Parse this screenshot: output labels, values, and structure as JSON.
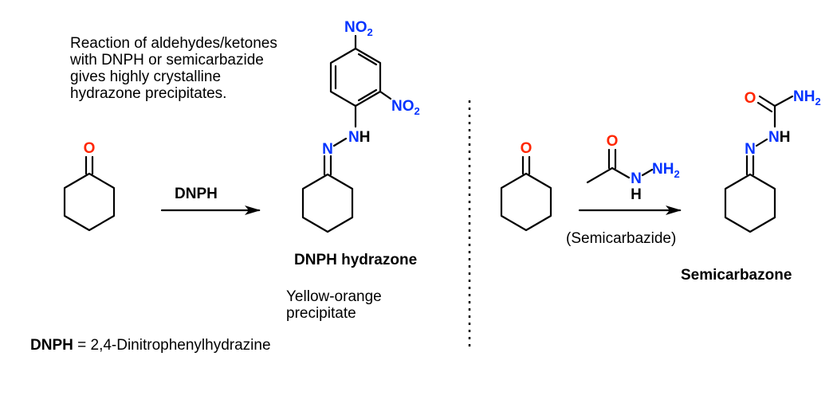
{
  "intro_lines": [
    "Reaction of aldehydes/ketones",
    "with DNPH or semicarbazide",
    "gives highly crystalline",
    "hydrazone precipitates."
  ],
  "reaction1": {
    "reagent": "DNPH",
    "product_name": "DNPH hydrazone",
    "product_note_lines": [
      "Yellow-orange",
      "precipitate"
    ]
  },
  "reaction2": {
    "reagent_name": "(Semicarbazide)",
    "product_name": "Semicarbazone"
  },
  "definition": {
    "term": "DNPH",
    "text": " = 2,4-Dinitrophenylhydrazine"
  },
  "atoms": {
    "O": "O",
    "N": "N",
    "NH": "NH",
    "H": "H",
    "NO": "NO",
    "NH_main": "NH",
    "sub2": "2"
  },
  "colors": {
    "oxygen": "#ff2600",
    "nitrogen": "#0433ff",
    "bond": "#000000",
    "divider": "#000000"
  }
}
